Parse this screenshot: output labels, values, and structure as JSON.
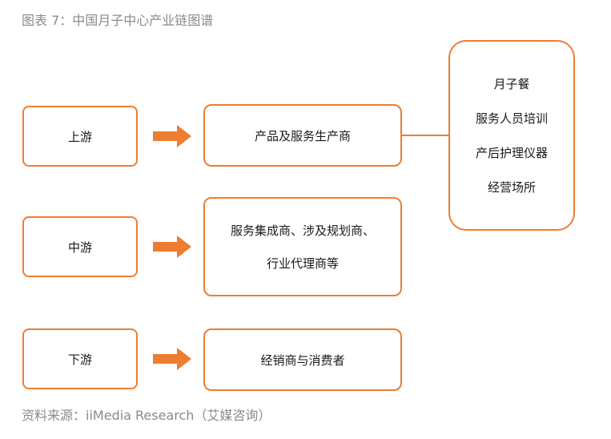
{
  "caption": "图表 7：中国月子中心产业链图谱",
  "source": "资料来源：iiMedia Research（艾媒咨询）",
  "stages": {
    "upstream": "上游",
    "midstream": "中游",
    "downstream": "下游"
  },
  "nodes": {
    "upstream": "产品及服务生产商",
    "midstream": [
      "服务集成商、涉及规划商、",
      "行业代理商等"
    ],
    "downstream": "经销商与消费者",
    "upstream_detail": [
      "月子餐",
      "服务人员培训",
      "产后护理仪器",
      "经营场所"
    ]
  },
  "colors": {
    "accent": "#ED7D31"
  }
}
